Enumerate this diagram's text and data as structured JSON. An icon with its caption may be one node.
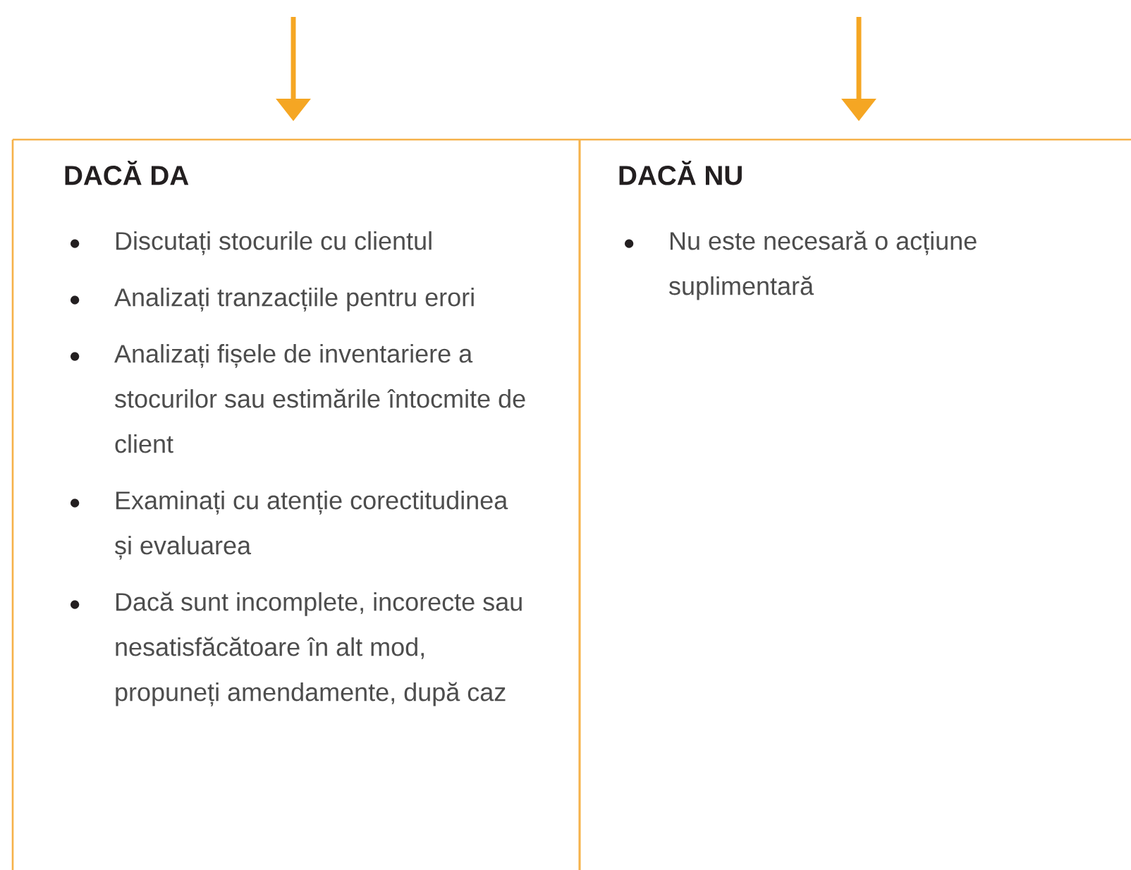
{
  "diagram": {
    "nodes": [
      {
        "text": [
          "DACĂ DA",
          "Discutați stocurile cu clientul",
          "Analizați tranzacțiile pentru erori",
          "Analizați fișele de inventariere a stocurilor sau estimările întocmite de client",
          "Examinați cu atenție corectitudinea și evaluarea",
          "Dacă sunt incomplete, incorecte sau nesatisfăcătoare în alt mod, propuneți amendamente, după caz"
        ]
      },
      {
        "text": [
          "DACĂ NU",
          "Nu este necesară o acțiune suplimentară"
        ]
      }
    ],
    "edges": [
      {
        "from": null,
        "to": 0,
        "arrow": "to"
      },
      {
        "from": null,
        "to": 1,
        "arrow": "to"
      }
    ]
  }
}
